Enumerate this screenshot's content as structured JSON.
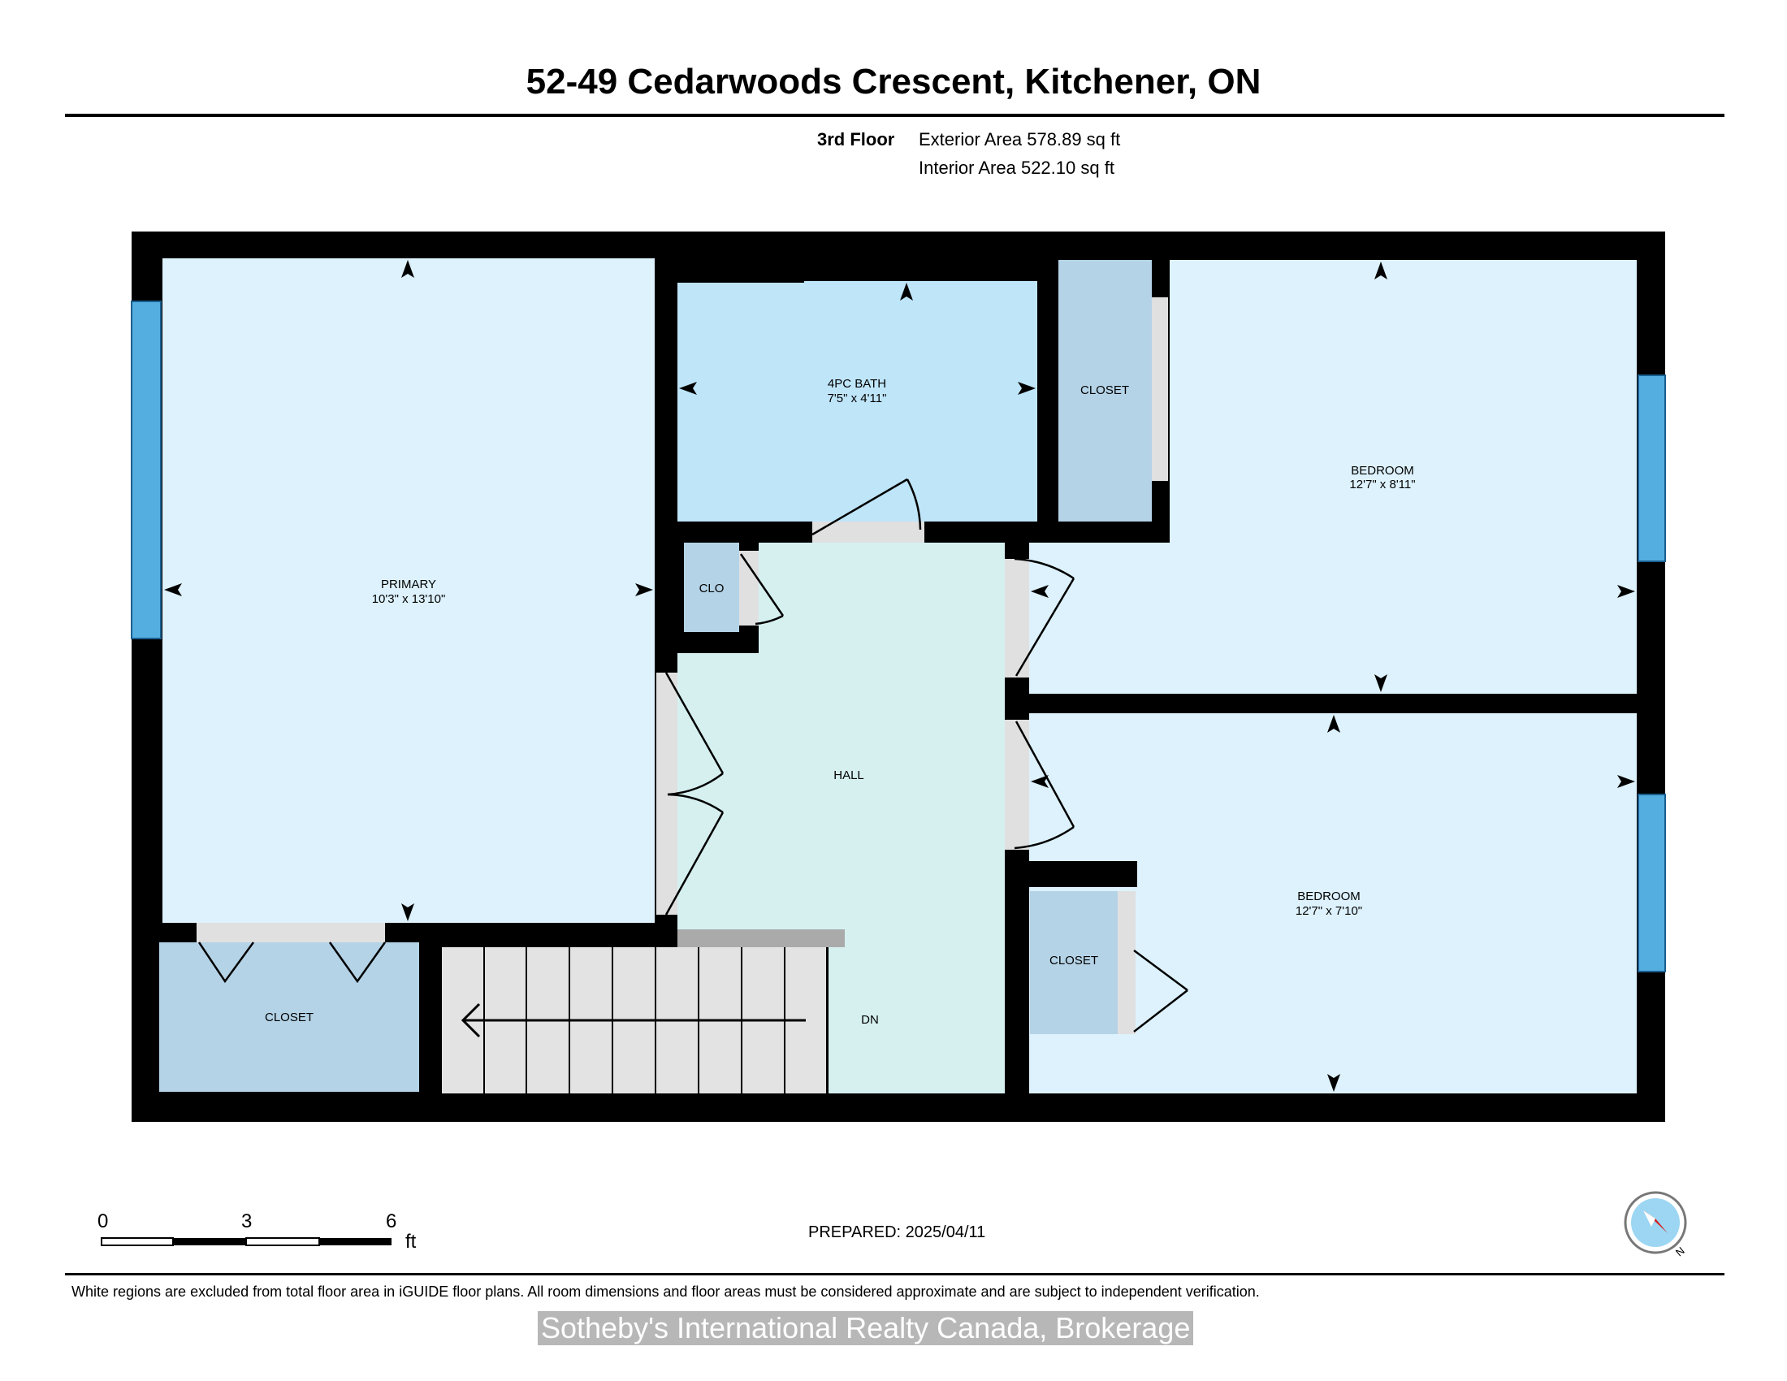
{
  "header": {
    "title": "52-49 Cedarwoods Crescent, Kitchener, ON",
    "floor_label": "3rd Floor",
    "exterior_area": "Exterior Area 578.89 sq ft",
    "interior_area": "Interior Area 522.10 sq ft"
  },
  "rooms": {
    "primary": {
      "name": "PRIMARY",
      "dims": "10'3\" x 13'10\""
    },
    "primary_closet": {
      "name": "CLOSET"
    },
    "bath": {
      "name": "4PC BATH",
      "dims": "7'5\" x 4'11\""
    },
    "bath_closet": {
      "name": "CLOSET"
    },
    "clo": {
      "name": "CLO"
    },
    "hall": {
      "name": "HALL"
    },
    "stairs_label": "DN",
    "bedroom1": {
      "name": "BEDROOM",
      "dims": "12'7\" x 8'11\""
    },
    "bedroom2": {
      "name": "BEDROOM",
      "dims": "12'7\" x 7'10\""
    },
    "bedroom2_closet": {
      "name": "CLOSET"
    }
  },
  "colors": {
    "wall": "#000000",
    "room_fill": "#ddf2fc",
    "bath_fill": "#bfe5f9",
    "closet_fill": "#b4d3e7",
    "hall_fill": "#d6f0f0",
    "window": "#55aee0",
    "door_opening": "#e0e0e0",
    "stairs": "#e3e3e3"
  },
  "scale_bar": {
    "ticks": [
      "0",
      "3",
      "6"
    ],
    "unit": "ft"
  },
  "footer": {
    "prepared": "PREPARED: 2025/04/11",
    "disclaimer": "White regions are excluded from total floor area in iGUIDE floor plans. All room dimensions and floor areas must be considered approximate and are subject to independent verification.",
    "watermark": "Sotheby's International Realty Canada, Brokerage"
  },
  "compass": {
    "north_label": "N"
  }
}
